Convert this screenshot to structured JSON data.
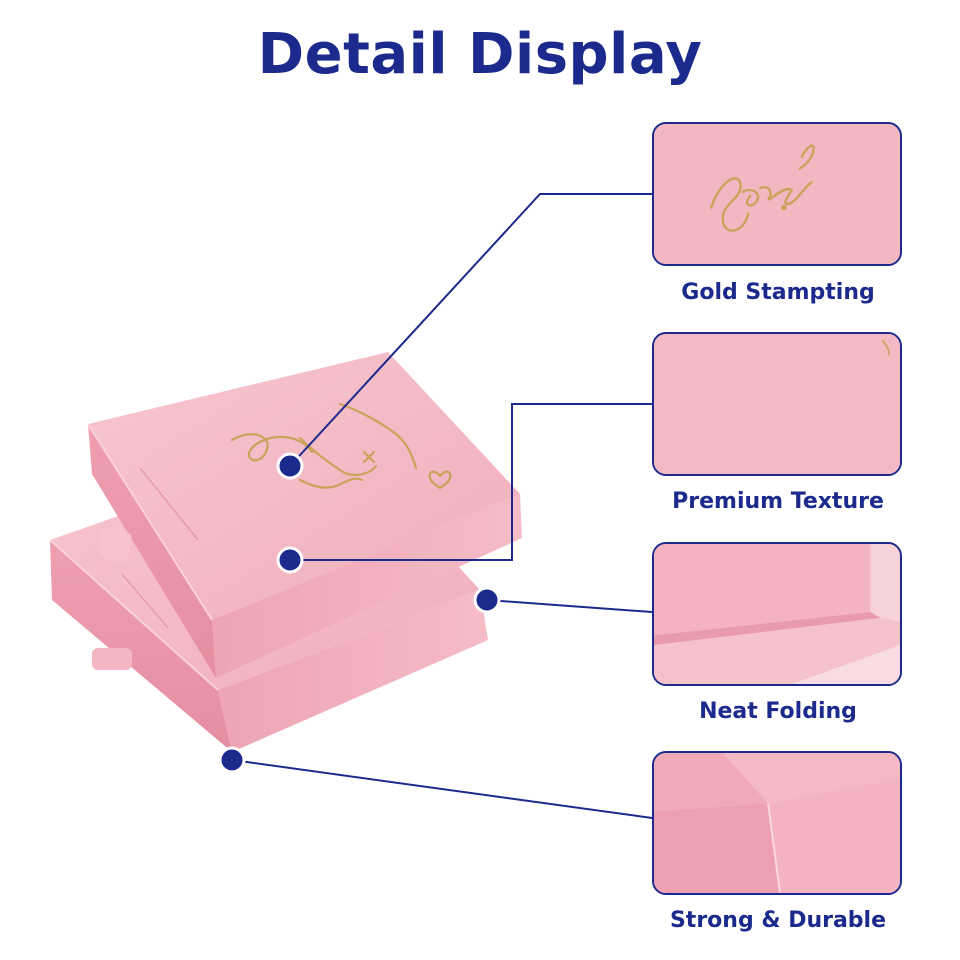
{
  "header": {
    "title": "Detail Display"
  },
  "details": [
    {
      "label": "Gold Stampting"
    },
    {
      "label": "Premium Texture"
    },
    {
      "label": "Neat Folding"
    },
    {
      "label": "Strong & Durable"
    }
  ],
  "colors": {
    "accent": "#1b2a8c",
    "box_pink": "#f2b3bf",
    "gold": "#c9a35a"
  }
}
